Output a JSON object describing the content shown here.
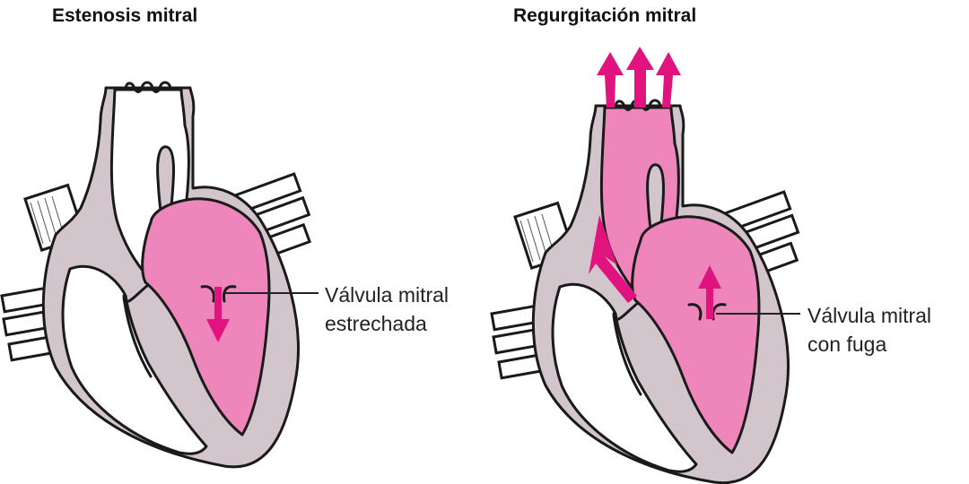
{
  "panels": [
    {
      "title": "Estenosis mitral",
      "callout": [
        "Válvula mitral",
        "estrechada"
      ]
    },
    {
      "title": "Regurgitación mitral",
      "callout": [
        "Válvula mitral",
        "con fuga"
      ]
    }
  ],
  "colors": {
    "blood_pink": "#ee86bb",
    "arrow_magenta": "#e0137f",
    "wall_gray": "#d2c5cc",
    "outline": "#1a1a1a"
  }
}
